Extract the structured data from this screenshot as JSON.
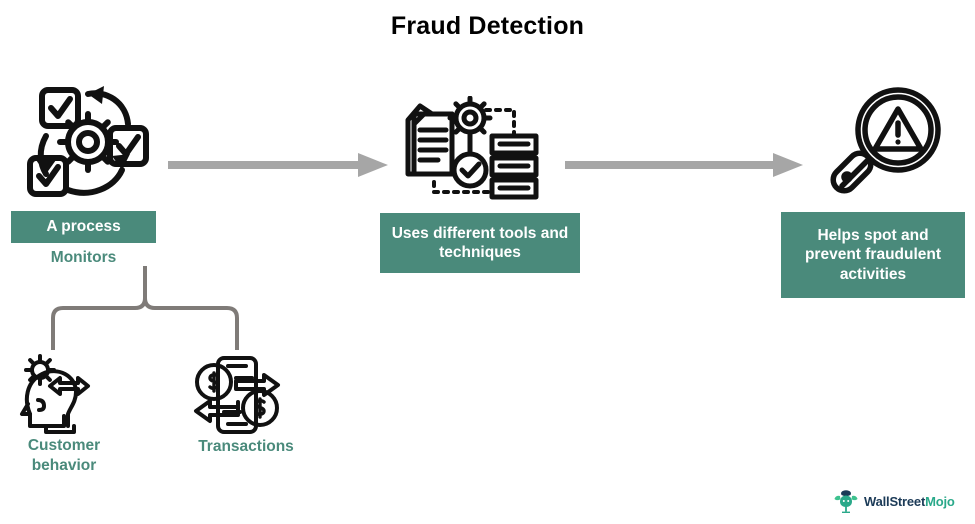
{
  "title": "Fraud Detection",
  "colors": {
    "badge_teal": "#4a8a7b",
    "label_teal": "#4a8a7b",
    "arrow_gray": "#a6a6a6",
    "bracket_gray": "#7f7b78",
    "icon_black": "#111111",
    "title_black": "#000000",
    "logo_dark": "#1b3a57",
    "logo_green": "#2aa98a"
  },
  "stages": [
    {
      "id": "stage-1",
      "icon_name": "gear-checklist-cycle-icon",
      "badge": "A process",
      "connector_label": "Monitors"
    },
    {
      "id": "stage-2",
      "icon_name": "document-gear-checklist-icon",
      "badge": "Uses different tools and techniques"
    },
    {
      "id": "stage-3",
      "icon_name": "magnifier-warning-icon",
      "badge": "Helps spot and prevent fraudulent activities"
    }
  ],
  "sub_items": [
    {
      "icon_name": "head-gear-arrow-icon",
      "label": "Customer behavior"
    },
    {
      "icon_name": "money-exchange-icon",
      "label": "Transactions"
    }
  ],
  "arrows": [
    {
      "name": "flow-arrow-1",
      "direction": "right"
    },
    {
      "name": "flow-arrow-2",
      "direction": "right"
    }
  ],
  "logo": {
    "name": "wallstreetmojo-logo",
    "text_primary": "WallStreet",
    "text_secondary": "Mojo"
  }
}
